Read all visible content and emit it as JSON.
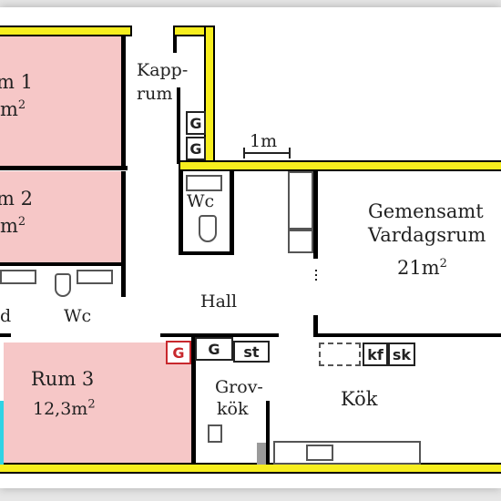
{
  "rooms": {
    "rum1": {
      "name": "m 1",
      "area": "m",
      "exp": "2"
    },
    "rum2": {
      "name": "m 2",
      "area": "m",
      "exp": "2"
    },
    "rum3": {
      "name": "Rum  3",
      "area": "12,3m",
      "exp": "2"
    },
    "kapprum_line1": "Kapp-",
    "kapprum_line2": "rum",
    "wc_upper": "Wc",
    "wc_lower": "Wc",
    "d_fragment": "d",
    "hall": "Hall",
    "gemensamt": "Gemensamt",
    "vardagsrum": "Vardagsrum",
    "vardagsrum_area": "21m",
    "vardagsrum_exp": "2",
    "grovkok_line1": "Grov-",
    "grovkok_line2": "kök",
    "kok": "Kök"
  },
  "scale_label": "1m",
  "fixtures": {
    "g_top": "G",
    "g_bottom": "G",
    "g_kitchen_red": "G",
    "g_kitchen": "G",
    "st": "st",
    "kf": "kf",
    "sk": "sk"
  },
  "colors": {
    "room_fill": "#f6c7c7",
    "exterior_wall": "#f7ee1e",
    "interior_wall": "#000000",
    "accent_red": "#c8282d",
    "window_cyan": "#2fd3e4"
  }
}
